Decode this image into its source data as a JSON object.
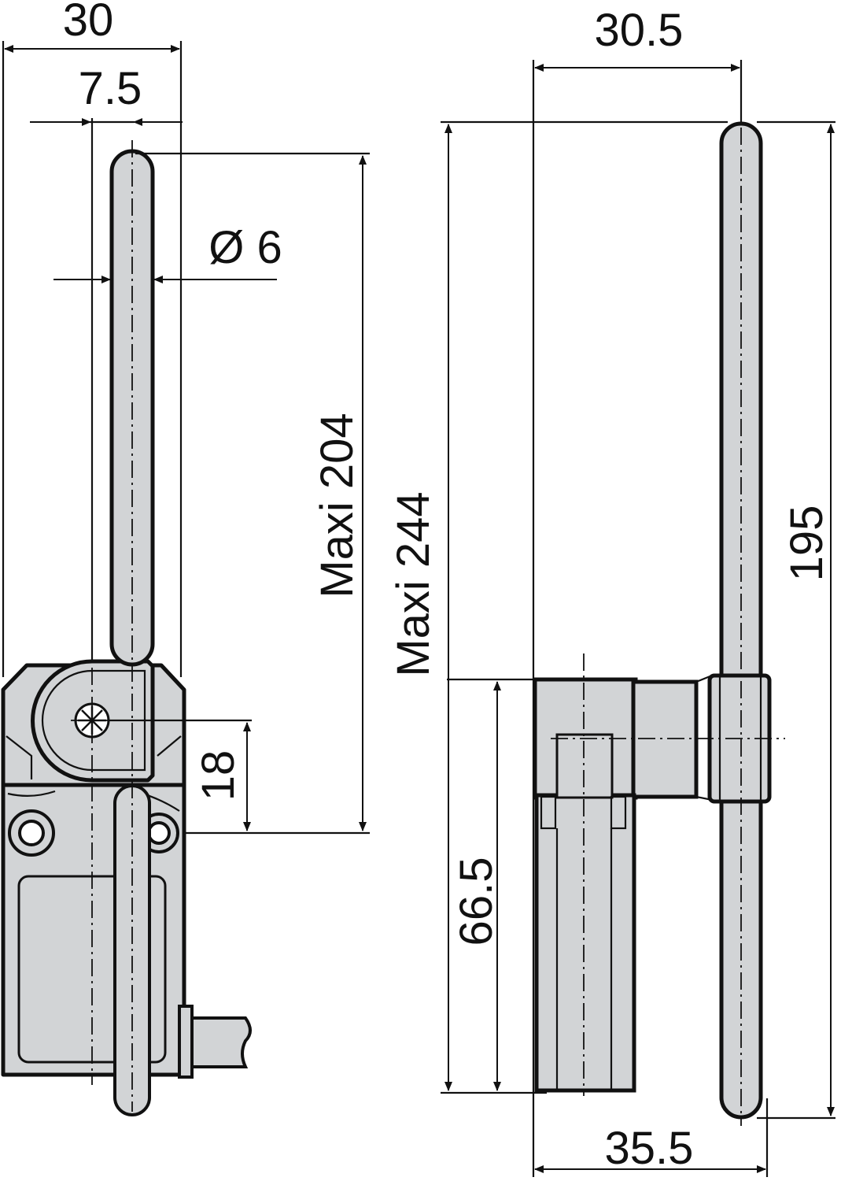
{
  "colors": {
    "body_fill": "#d2d4d6",
    "line": "#111111",
    "background": "#ffffff"
  },
  "dimensions": {
    "left_total_width": "30",
    "left_lever_offset": "7.5",
    "rod_diameter": "Ø 6",
    "max_lever_length": "Maxi 204",
    "pivot_to_hole": "18",
    "max_total_height": "Maxi 244",
    "right_top_width": "30.5",
    "rod_length": "195",
    "body_height": "66.5",
    "right_bottom_width": "35.5"
  },
  "icons": {
    "pivot": "pivot-star-icon",
    "mounting_holes": "mounting-hole-icon",
    "arrows": "dimension-arrow-icon"
  }
}
